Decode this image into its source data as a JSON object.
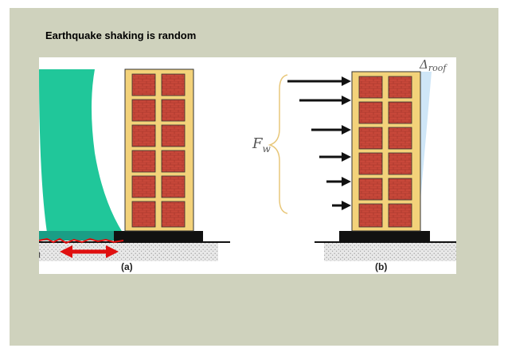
{
  "slide": {
    "title": "Earthquake shaking is random",
    "background_color": "#cfd2bd"
  },
  "figure": {
    "panel_a": {
      "label": "(a)",
      "ground_motion_color": "#20c79a",
      "arrow_color": "#e01010"
    },
    "panel_b": {
      "label": "(b)",
      "force_label": "F",
      "force_label_sub": "w",
      "displacement_label": "Δ",
      "displacement_label_sub": "roof",
      "deflection_color": "#cfe6f7",
      "brace_color": "#e8c77a"
    },
    "building": {
      "frame_color": "#f3d27a",
      "brick_color": "#c8483a",
      "base_color": "#111111"
    },
    "icons": [
      "bidirectional-arrow-icon",
      "force-arrow-icon",
      "curly-brace-icon"
    ]
  }
}
